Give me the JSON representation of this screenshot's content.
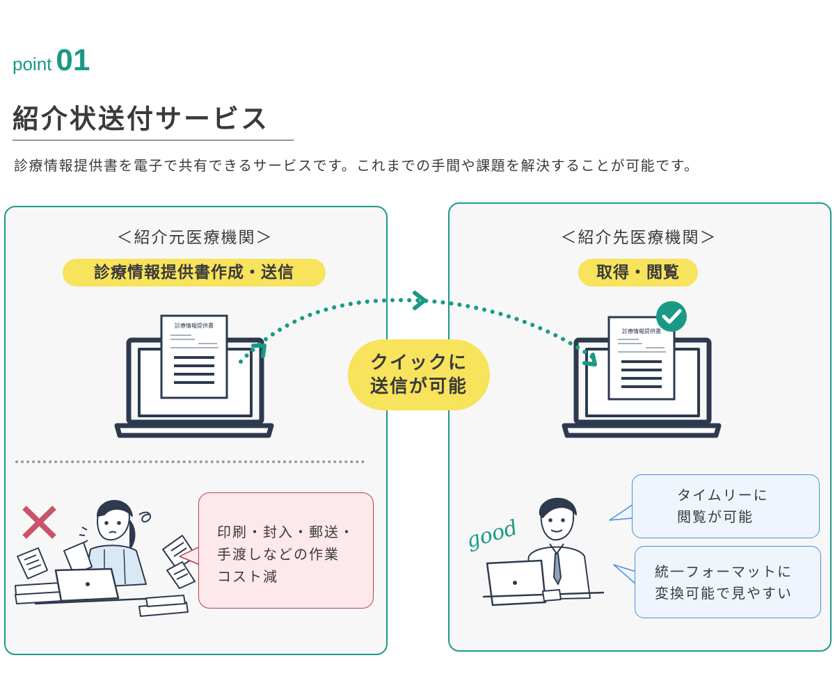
{
  "header": {
    "point_word": "point",
    "point_number": "01",
    "title": "紹介状送付サービス",
    "description": "診療情報提供書を電子で共有できるサービスです。これまでの手間や課題を解決することが可能です。"
  },
  "left_panel": {
    "heading": "＜紹介元医療機関＞",
    "pill": "診療情報提供書作成・送信",
    "document_title": "診療情報提供書",
    "bubble_lines": [
      "印刷・封入・郵送・",
      "手渡しなどの作業",
      "コスト減"
    ]
  },
  "center": {
    "lines": [
      "クイックに",
      "送信が可能"
    ]
  },
  "right_panel": {
    "heading": "＜紹介先医療機関＞",
    "pill": "取得・閲覧",
    "document_title": "診療情報提供書",
    "good_text": "good",
    "bubble1_lines": [
      "タイムリーに",
      "閲覧が可能"
    ],
    "bubble2_lines": [
      "統一フォーマットに",
      "変換可能で見やすい"
    ]
  },
  "colors": {
    "teal": "#1a9a86",
    "yellow": "#f7e35c",
    "navy": "#2d3a4e",
    "pink_border": "#b5404f",
    "red_x": "#c9546a",
    "blue_border": "#4a8fd6"
  },
  "icons": [
    "laptop-icon",
    "document-icon",
    "check-icon",
    "cross-icon",
    "arrow-icon",
    "worried-woman-illustration",
    "businessman-illustration"
  ]
}
